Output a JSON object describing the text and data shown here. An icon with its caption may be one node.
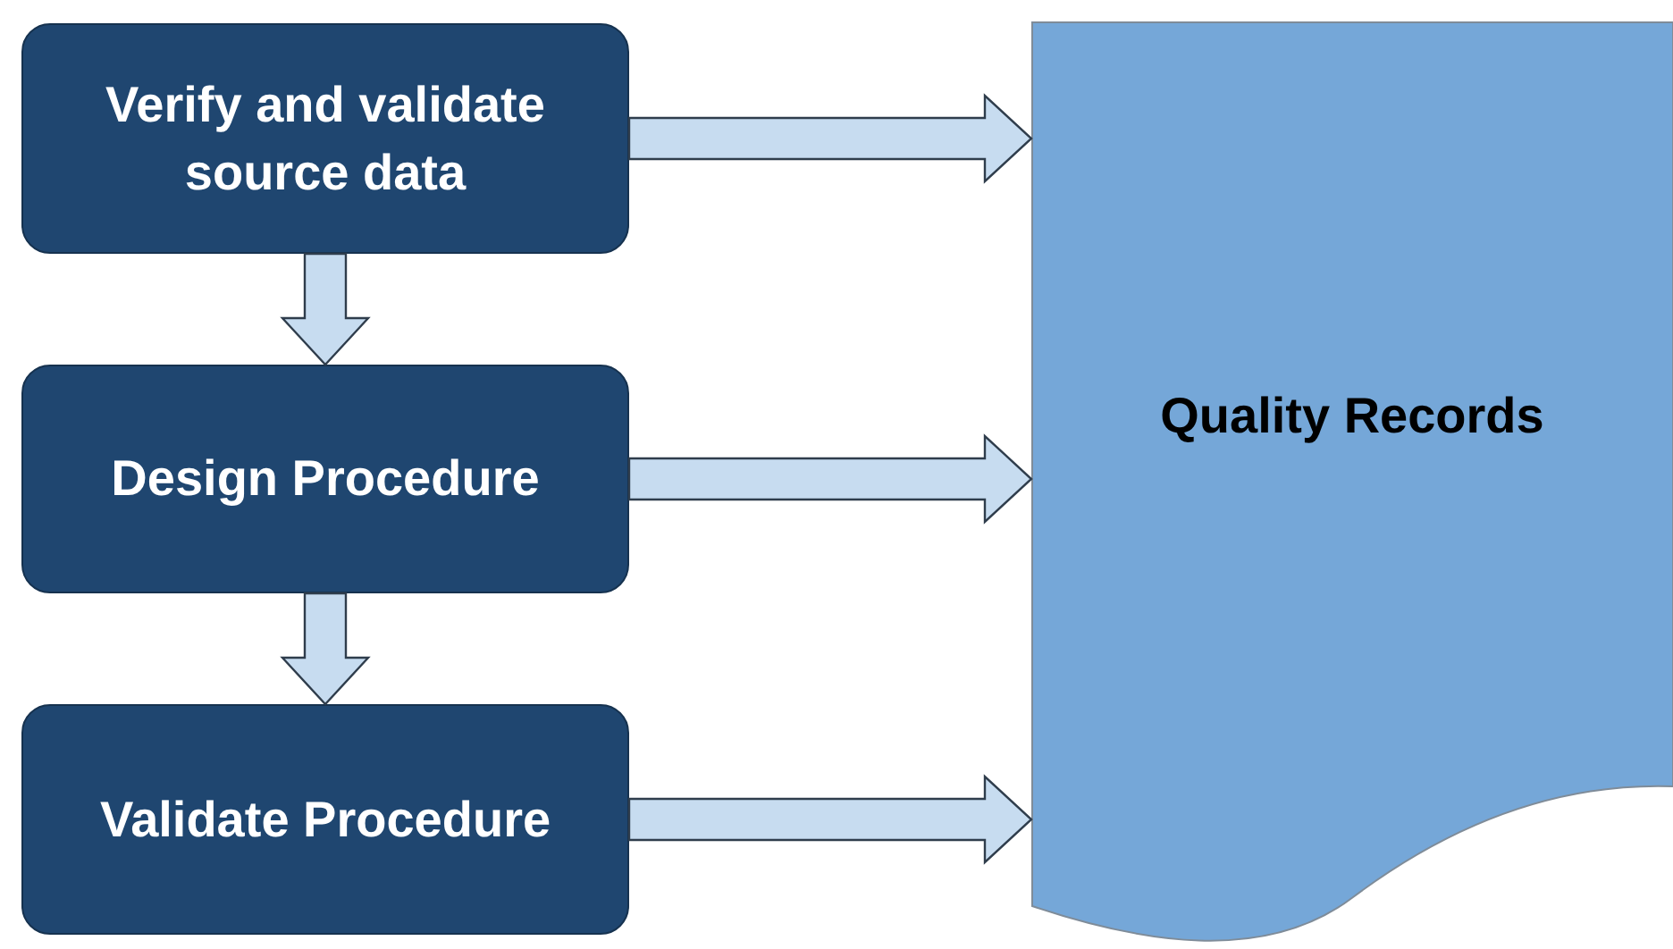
{
  "diagram": {
    "nodes": [
      {
        "text": [
          "Verify and validate source data"
        ]
      },
      {
        "text": [
          "Design Procedure"
        ]
      },
      {
        "text": [
          "Validate Procedure"
        ]
      },
      {
        "text": [
          "Quality Records"
        ]
      }
    ],
    "edges": [
      {
        "from": 0,
        "to": 1,
        "arrow": "to"
      },
      {
        "from": 1,
        "to": 2,
        "arrow": "to"
      },
      {
        "from": 0,
        "to": 3,
        "arrow": "to"
      },
      {
        "from": 1,
        "to": 3,
        "arrow": "to"
      },
      {
        "from": 2,
        "to": 3,
        "arrow": "to"
      }
    ]
  }
}
